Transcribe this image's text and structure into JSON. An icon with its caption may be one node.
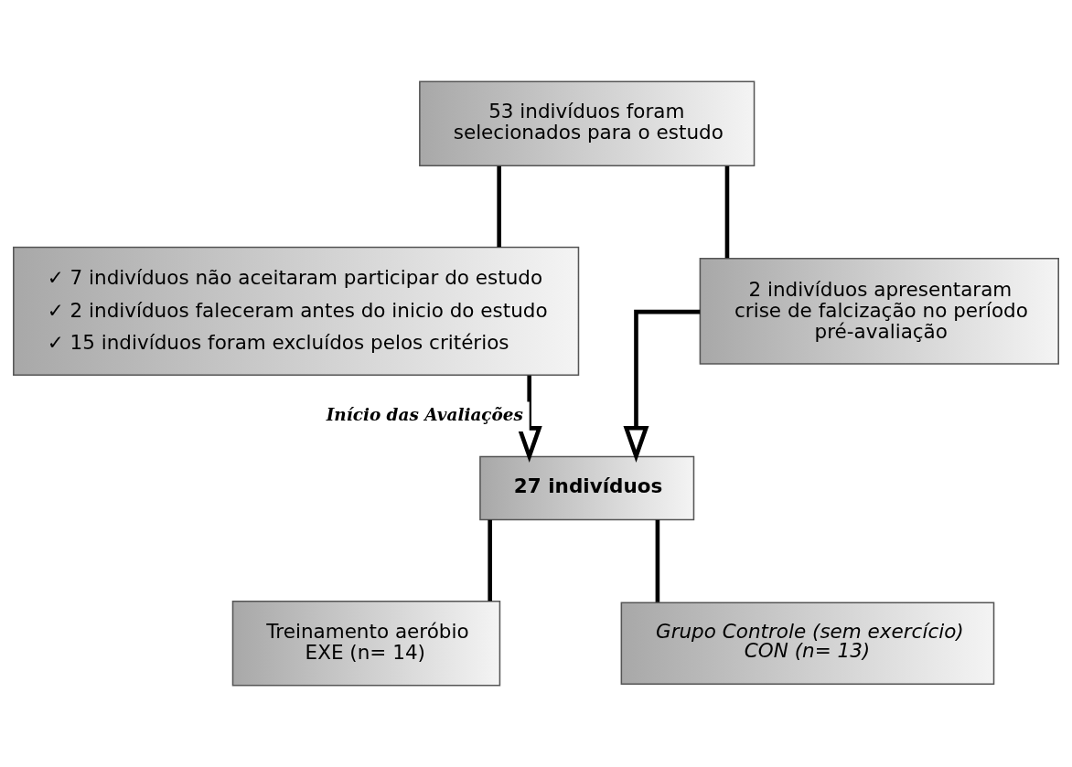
{
  "diagram": {
    "nodes": [
      {
        "text": [
          "53 indivíduos foram selecionados para o estudo"
        ]
      },
      {
        "text": [
          "✓ 7 indivíduos não aceitaram participar do estudo",
          "✓ 2 indivíduos faleceram antes do inicio do estudo",
          "✓ 15 indivíduos foram excluídos pelos critérios"
        ]
      },
      {
        "text": [
          "2 indivíduos apresentaram crise de falcização no período pré-avaliação"
        ]
      },
      {
        "text": [
          "27 indivíduos"
        ]
      },
      {
        "text": [
          "Treinamento aeróbio EXE (n= 14)"
        ]
      },
      {
        "text": [
          "Grupo Controle (sem exercício) CON (n= 13)"
        ]
      }
    ],
    "edges": [
      {
        "from": 0,
        "to": 1,
        "arrow": "none"
      },
      {
        "from": 0,
        "to": 2,
        "arrow": "none"
      },
      {
        "from": 1,
        "to": 3,
        "arrow": "to",
        "label": "Início das Avaliações"
      },
      {
        "from": 2,
        "to": 3,
        "arrow": "to"
      },
      {
        "from": 3,
        "to": 4,
        "arrow": "none"
      },
      {
        "from": 3,
        "to": 5,
        "arrow": "none"
      }
    ]
  }
}
